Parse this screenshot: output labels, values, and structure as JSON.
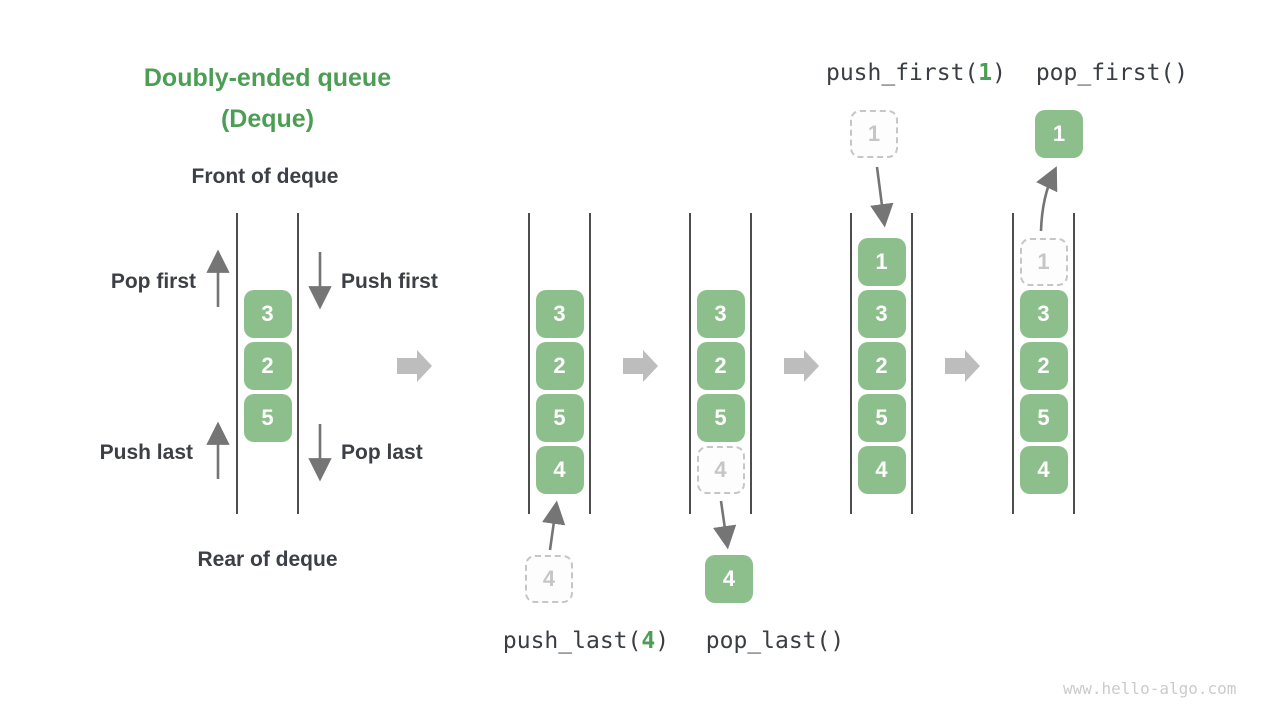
{
  "title": {
    "line1": "Doubly-ended queue",
    "line2": "(Deque)"
  },
  "labels": {
    "front_of_deque": "Front of deque",
    "rear_of_deque": "Rear of deque",
    "pop_first": "Pop first",
    "push_first": "Push first",
    "push_last": "Push last",
    "pop_last": "Pop last"
  },
  "operations": {
    "push_first": {
      "pre": "push_first(",
      "arg": "1",
      "post": ")"
    },
    "pop_first": {
      "pre": "pop_first()",
      "arg": "",
      "post": ""
    },
    "push_last": {
      "pre": "push_last(",
      "arg": "4",
      "post": ")"
    },
    "pop_last": {
      "pre": "pop_last()",
      "arg": "",
      "post": ""
    }
  },
  "queues": {
    "initial": {
      "cells": [
        "3",
        "2",
        "5"
      ]
    },
    "after_push_last": {
      "cells": [
        "3",
        "2",
        "5",
        "4"
      ]
    },
    "after_pop_last": {
      "cells": [
        "3",
        "2",
        "5"
      ],
      "ghost": "4"
    },
    "after_push_first": {
      "cells": [
        "1",
        "3",
        "2",
        "5",
        "4"
      ]
    },
    "after_pop_first": {
      "ghost": "1",
      "cells": [
        "3",
        "2",
        "5",
        "4"
      ]
    }
  },
  "floating": {
    "push_last_ghost": "4",
    "pop_last_value": "4",
    "push_first_ghost": "1",
    "pop_first_value": "1"
  },
  "watermark": "www.hello-algo.com",
  "colors": {
    "accent_green": "#4c9e55",
    "box_green": "#8dbf8d",
    "text_dark": "#3c4045",
    "rail_gray": "#4d4d4d",
    "thin_arrow_gray": "#757575",
    "block_arrow_gray": "#bdbdbd",
    "ghost_gray": "#c6c6c6",
    "watermark_gray": "#cbcbcb"
  }
}
